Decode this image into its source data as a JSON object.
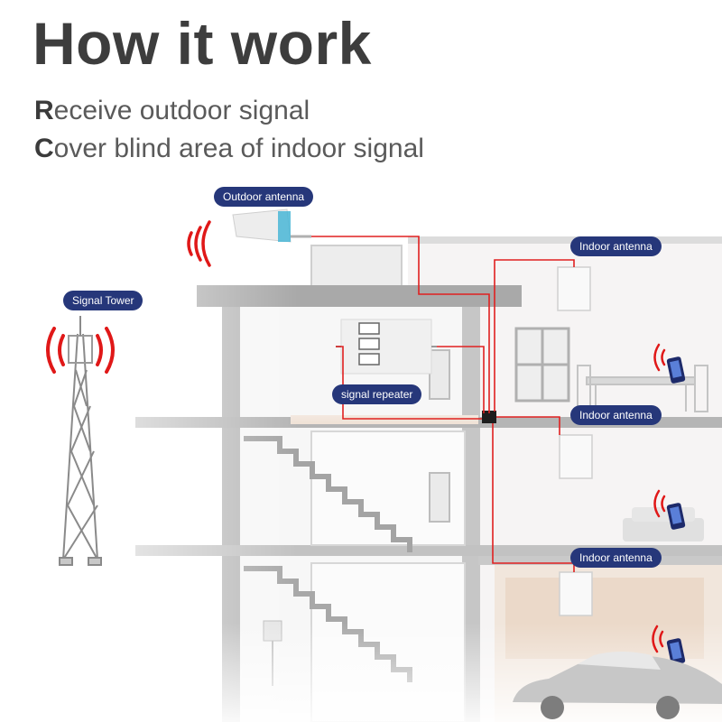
{
  "header": {
    "title": "How it work",
    "line1_initial": "R",
    "line1_rest": "eceive outdoor signal",
    "line2_initial": "C",
    "line2_rest": "over blind area of indoor signal"
  },
  "labels": {
    "outdoor_antenna": "Outdoor antenna",
    "signal_tower": "Signal Tower",
    "signal_repeater": "signal repeater",
    "indoor_antenna_1": "Indoor antenna",
    "indoor_antenna_2": "Indoor antenna",
    "indoor_antenna_3": "Indoor antenna"
  },
  "colors": {
    "label_bg": "#26377a",
    "cable": "#e02020",
    "signal_waves": "#e01818",
    "building": "#a8a8a8",
    "title": "#3d3d3d"
  },
  "icons": [
    "signal-waves-icon",
    "smartphone-icon",
    "outdoor-antenna-icon",
    "indoor-antenna-icon",
    "signal-repeater-icon",
    "signal-tower-icon",
    "car-icon"
  ]
}
